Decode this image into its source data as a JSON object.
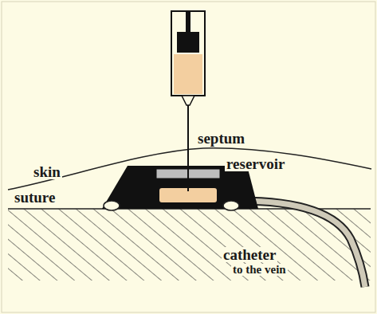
{
  "diagram": {
    "labels": [
      "septum",
      "reservoir",
      "skin",
      "suture",
      "catheter",
      "to the vein"
    ]
  }
}
